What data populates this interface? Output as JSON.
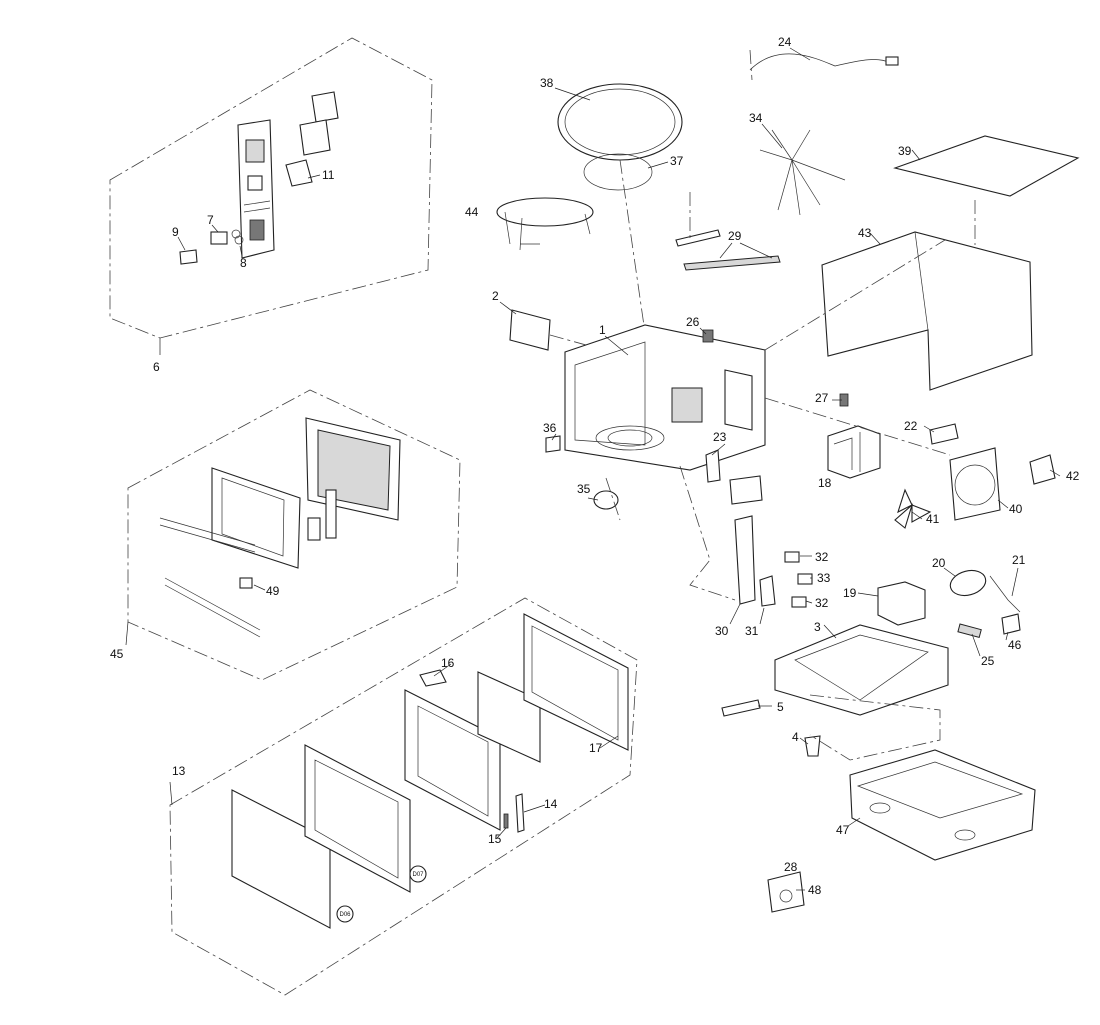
{
  "callouts": [
    "1",
    "2",
    "3",
    "4",
    "5",
    "6",
    "7",
    "8",
    "9",
    "11",
    "13",
    "14",
    "15",
    "16",
    "17",
    "18",
    "19",
    "20",
    "21",
    "22",
    "23",
    "24",
    "25",
    "26",
    "27",
    "28",
    "29",
    "30",
    "31",
    "32",
    "33",
    "34",
    "35",
    "36",
    "37",
    "38",
    "39",
    "40",
    "41",
    "42",
    "43",
    "44",
    "45",
    "46",
    "47",
    "48",
    "49"
  ],
  "callout_32_second": "32",
  "tags": {
    "d06": "D06",
    "d07": "D07"
  }
}
